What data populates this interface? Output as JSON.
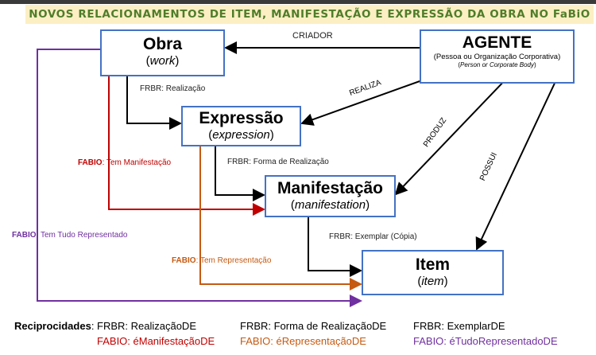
{
  "title": "NOVOS RELACIONAMENTOS DE ITEM, MANIFESTAÇÃO E EXPRESSÃO DA OBRA NO FaBiO",
  "colors": {
    "box_border": "#4472c4",
    "fabio_red": "#c00000",
    "fabio_orange": "#c55a11",
    "fabio_purple": "#7030a0",
    "title_bg": "#fcefc4",
    "title_text": "#4f7d2a"
  },
  "nodes": {
    "obra": {
      "name": "Obra",
      "sub": "work"
    },
    "agente": {
      "name": "AGENTE",
      "sub1": "(Pessoa ou Organização Corporativa)",
      "sub2": "Person or Corporate Body"
    },
    "expressao": {
      "name": "Expressão",
      "sub": "expression"
    },
    "manifestacao": {
      "name": "Manifestação",
      "sub": "manifestation"
    },
    "item": {
      "name": "Item",
      "sub": "item"
    }
  },
  "edges": {
    "criador": "CRIADOR",
    "realiza": "REALIZA",
    "produz": "PRODUZ",
    "possui": "POSSUI",
    "frbr_realizacao": "FRBR: Realização",
    "frbr_forma": "FRBR: Forma de Realização",
    "frbr_exemplar": "FRBR: Exemplar (Cópia)",
    "fabio_prefix": "FABIO",
    "fabio_manifestacao": ": Tem Manifestação",
    "fabio_representacao": ": Tem Representação",
    "fabio_tudo": ": Tem Tudo Representado"
  },
  "reciprocidades": {
    "label": "Reciprocidades",
    "frbr": [
      "FRBR: RealizaçãoDE",
      "FRBR: Forma de RealizaçãoDE",
      "FRBR: ExemplarDE"
    ],
    "fabio": [
      "FABIO: éManifestaçãoDE",
      "FABIO: éRepresentaçãoDE",
      "FABIO: éTudoRepresentadoDE"
    ]
  }
}
